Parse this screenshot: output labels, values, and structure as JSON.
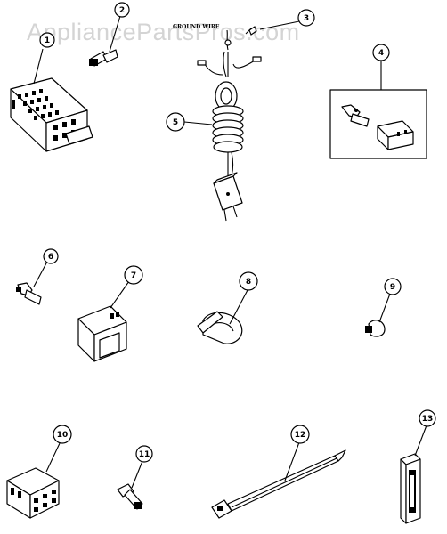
{
  "watermark": "AppliancePartsPros.com",
  "wire_label": "GROUND WIRE",
  "callouts": [
    "1",
    "2",
    "3",
    "4",
    "5",
    "6",
    "7",
    "8",
    "9",
    "10",
    "11",
    "12",
    "13"
  ]
}
